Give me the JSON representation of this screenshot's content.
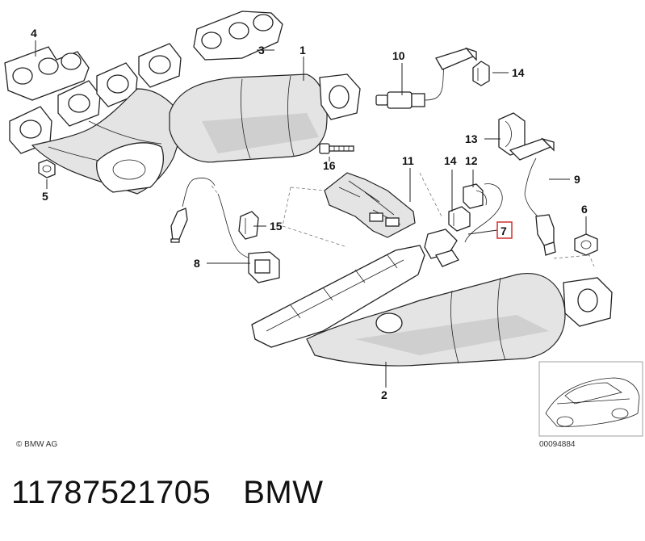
{
  "callouts": {
    "c1": "1",
    "c2": "2",
    "c3": "3",
    "c4": "4",
    "c5": "5",
    "c6": "6",
    "c7": "7",
    "c8": "8",
    "c9": "9",
    "c10": "10",
    "c11": "11",
    "c12": "12",
    "c13": "13",
    "c14a": "14",
    "c14b": "14",
    "c15": "15",
    "c16": "16"
  },
  "highlight_color": "#d32f2f",
  "copyright": "© BMW AG",
  "diagram_number": "00094884",
  "footer": {
    "part_number": "11787521705",
    "brand": "BMW"
  }
}
